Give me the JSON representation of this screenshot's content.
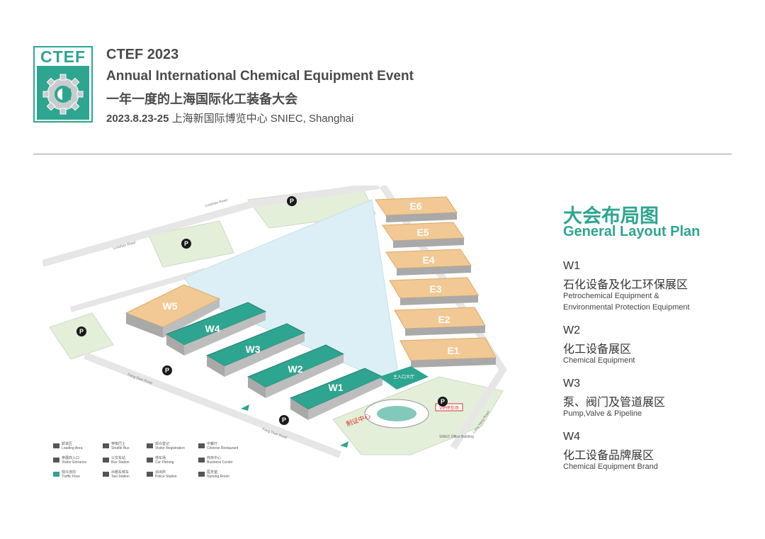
{
  "logo": {
    "text": "CTEF"
  },
  "header": {
    "title": "CTEF 2023",
    "subtitle_en": "Annual International Chemical Equipment Event",
    "subtitle_cn": "一年一度的上海国际化工装备大会",
    "date": "2023.8.23-25",
    "venue": "上海新国际博览中心 SNIEC, Shanghai"
  },
  "layout_title": {
    "cn": "大会布局图",
    "en": "General Layout Plan"
  },
  "halls": [
    {
      "code": "W1",
      "cn": "石化设备及化工环保展区",
      "en_lines": [
        "Petrochemical Equipment &",
        "Environmental Protection Equipment"
      ]
    },
    {
      "code": "W2",
      "cn": "化工设备展区",
      "en_lines": [
        "Chemical Equipment"
      ]
    },
    {
      "code": "W3",
      "cn": "泵、阀门及管道展区",
      "en_lines": [
        "Pump,Valve & Pipeline"
      ]
    },
    {
      "code": "W4",
      "cn": "化工设备品牌展区",
      "en_lines": [
        "Chemical Equipment Brand"
      ]
    }
  ],
  "map": {
    "east_halls": [
      "E6",
      "E5",
      "E4",
      "E3",
      "E2",
      "E1"
    ],
    "west_halls_active": [
      "W4",
      "W3",
      "W2",
      "W1"
    ],
    "west_halls_inactive": [
      "W5"
    ],
    "parking_symbol": "P",
    "registration_label": "制证中心",
    "vip_label": "VIP停车场",
    "office_label": "SNIEC Office Building",
    "entrance_label": "主入口大厅",
    "road_labels": [
      "Fang Dian Road",
      "Fang Dian Road",
      "Long Yang Road",
      "Luoshan Road",
      "Luoshan Road"
    ],
    "colors": {
      "active_hall": "#2ea590",
      "inactive_hall": "#f2c994",
      "plaza": "#dceff7",
      "green": "#e4efd9",
      "road": "#ffffff"
    }
  },
  "legend": [
    {
      "cn": "卸货区",
      "en": "Loading Area",
      "icon": "truck-icon"
    },
    {
      "cn": "穿梭巴士",
      "en": "Shuttle Bus",
      "icon": "bus-icon"
    },
    {
      "cn": "观众登记",
      "en": "Visitor Registration",
      "icon": "registration-icon"
    },
    {
      "cn": "中餐厅",
      "en": "Chinese Restaurant",
      "icon": "restaurant-icon"
    },
    {
      "cn": "参展商入口",
      "en": "Visitor Entrance",
      "icon": "entrance-icon"
    },
    {
      "cn": "公交车站",
      "en": "Bus Station",
      "icon": "bus-stop-icon"
    },
    {
      "cn": "停车场",
      "en": "Car Parking",
      "icon": "parking-icon"
    },
    {
      "cn": "商务中心",
      "en": "Business Center",
      "icon": "business-icon"
    },
    {
      "cn": "观众流向",
      "en": "Traffic Flow",
      "icon": "arrow-icon"
    },
    {
      "cn": "出租车候车",
      "en": "Taxi Station",
      "icon": "taxi-icon"
    },
    {
      "cn": "派出所",
      "en": "Police Station",
      "icon": "police-icon"
    },
    {
      "cn": "医务室",
      "en": "Nursing Room",
      "icon": "medical-icon"
    }
  ]
}
